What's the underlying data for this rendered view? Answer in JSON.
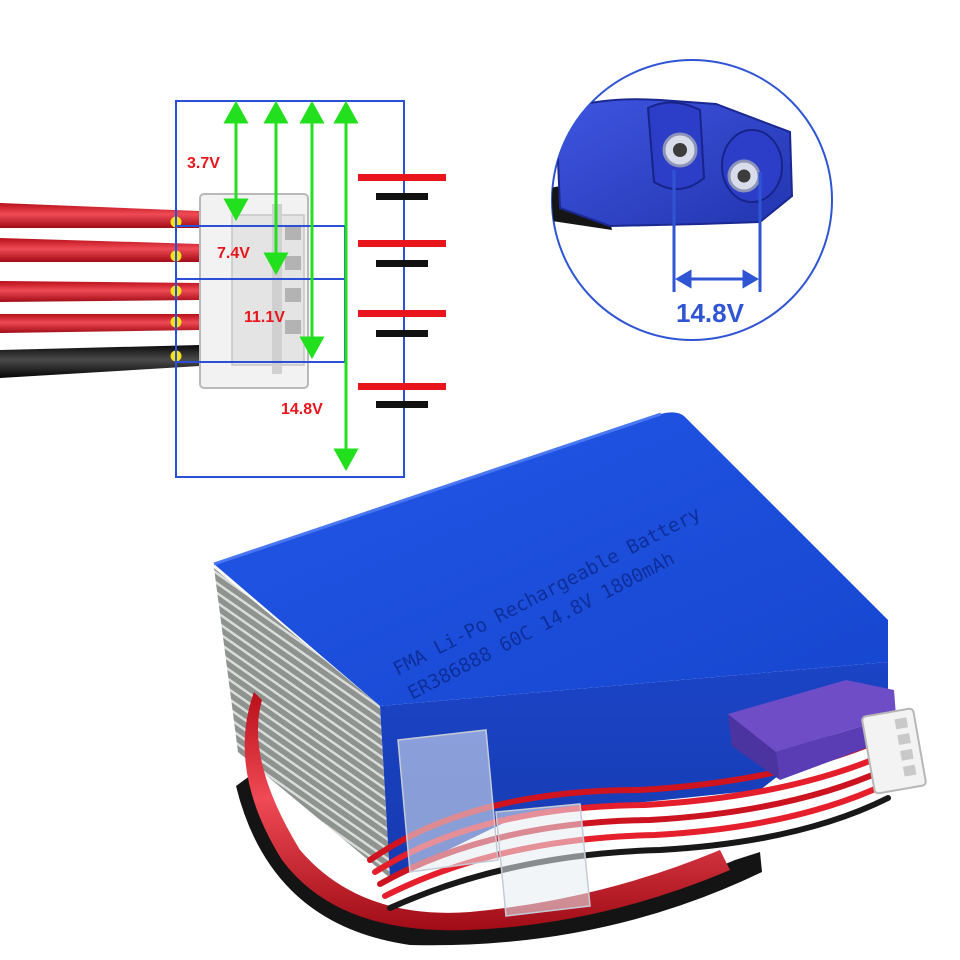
{
  "diagram": {
    "voltage_labels": [
      "3.7V",
      "7.4V",
      "11.1V",
      "14.8V"
    ],
    "label_color": "#e8161c",
    "arrow_color": "#22e01e",
    "frame_color": "#2b4fd6",
    "cell_positive_color": "#e8161c",
    "cell_negative_color": "#111111"
  },
  "connector_inset": {
    "voltage_label": "14.8V",
    "label_color": "#2f55d4",
    "connector_color": "#2d3fc0"
  },
  "battery": {
    "print_line_1": "FMA Li-Po Rechargeable Battery",
    "print_line_2": "ER386888  60C 14.8V 1800mAh",
    "body_color": "#1a4fe0",
    "wrap_color": "#8a8f8c"
  }
}
